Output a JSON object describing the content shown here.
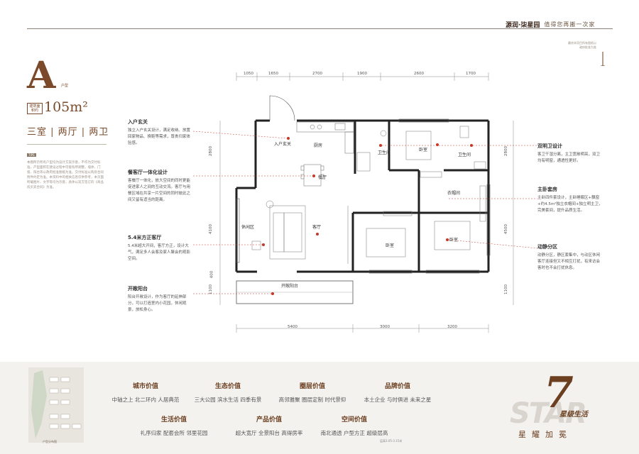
{
  "brand": {
    "logo": "源润·柒星园",
    "slogan": "值得您再搬一次家"
  },
  "right_note": "最终本项目所有图纸以政府批准为准",
  "unit": {
    "letter": "A",
    "suffix": "户型",
    "area_tag": "建筑面积约",
    "area": "105m²",
    "rooms": "三室 | 两厅 | 两卫",
    "badge": "TIPS",
    "description": "本图所示所有户型均为设计方案示意，不作为交付标准，产型面积在建设过程中可能有所调整，墙体、门窗、阳台等以政府批准图纸为准，交付标准以购房合同附件约定为准。本资料中的相关信息仅供参考，本页面所载图片、文字等均为示意，具体以双方签订的《商品房买卖合同》为准。"
  },
  "features_left": [
    {
      "title": "入户玄关",
      "desc": "独立入户玄关设计，满足收纳、放置回家物品、换鞋等需求，尊贵归家体验感。"
    },
    {
      "title": "餐客厅一体化设计",
      "desc": "客餐厅一体化，放大空间的同时更能促进家人之间的互动交流。客厅与用餐区域在共享一片空间的同时彼此之间又留有适当的距离。"
    },
    {
      "title": "5.4米方正客厅",
      "desc": "5.4米超大开间，客厅方正，设计大气，满足多人会客及家人聚会的观影空间。"
    },
    {
      "title": "开敞阳台",
      "desc": "阳台开敞设计，作为客厅的延伸部分，可以打造室内小花园，休闲观景，放松身心。"
    }
  ],
  "features_right": [
    {
      "title": "双明卫设计",
      "desc": "客卫干湿分离，主卫宽敞明亮，双卫均有明窗，通透性更好。"
    },
    {
      "title": "主卧套房",
      "desc": "主卧四件套设计，主卧睡眠区+飘窗+约4.5m²独立衣帽间+独立明主卫，完美套间，提升品质生活。"
    },
    {
      "title": "动静分区",
      "desc": "动静分区，静区套集中，与动区休闲客厅连接但又不相互打扰，有来访会客时也不会打扰休息。"
    }
  ],
  "plan": {
    "dims_top": [
      "1050",
      "1650",
      "2700",
      "1900",
      "2600",
      "1700"
    ],
    "dims_bottom": [
      "5400",
      "3000",
      "3200"
    ],
    "dims_left": [
      "2800",
      "4100",
      "400",
      "1100"
    ],
    "dims_right": [
      "2800",
      "4500",
      "1100"
    ],
    "rooms": {
      "entry": "入户玄关",
      "kitchen": "厨房",
      "dining": "餐厅",
      "bath1": "卫生间",
      "bedroom1": "卧室",
      "bath2": "卫生间",
      "closet": "衣帽间",
      "lounge": "休闲区",
      "living": "客厅",
      "bedroom2": "卧室",
      "bedroom3": "卧室",
      "balcony": "开敞阳台"
    }
  },
  "values": [
    {
      "title": "城市价值",
      "desc": "中轴之上 北二环内 人居典范"
    },
    {
      "title": "生态价值",
      "desc": "三大公园 滨水生活 四季有景"
    },
    {
      "title": "圈层价值",
      "desc": "高邻雅聚 圈层定制 时代景仰"
    },
    {
      "title": "品牌价值",
      "desc": "本土企业 与时俱进 未来之星"
    },
    {
      "title": "生活价值",
      "desc": "礼序归家 配套会所 邻里花园"
    },
    {
      "title": "产品价值",
      "desc": "超大宽厅 全景阳台 高得房率"
    },
    {
      "title": "空间价值",
      "desc": "南北通透 户型方正 超级层高"
    }
  ],
  "value_note": "层高3.05-3.15米",
  "minimap_caption": "户型分布图",
  "star": {
    "bg": "STAR",
    "number": "7",
    "level": "星级生活",
    "motto": "星耀加冕"
  },
  "colors": {
    "accent": "#7a4a2a",
    "dot": "#c0392b",
    "wall": "#222222"
  }
}
